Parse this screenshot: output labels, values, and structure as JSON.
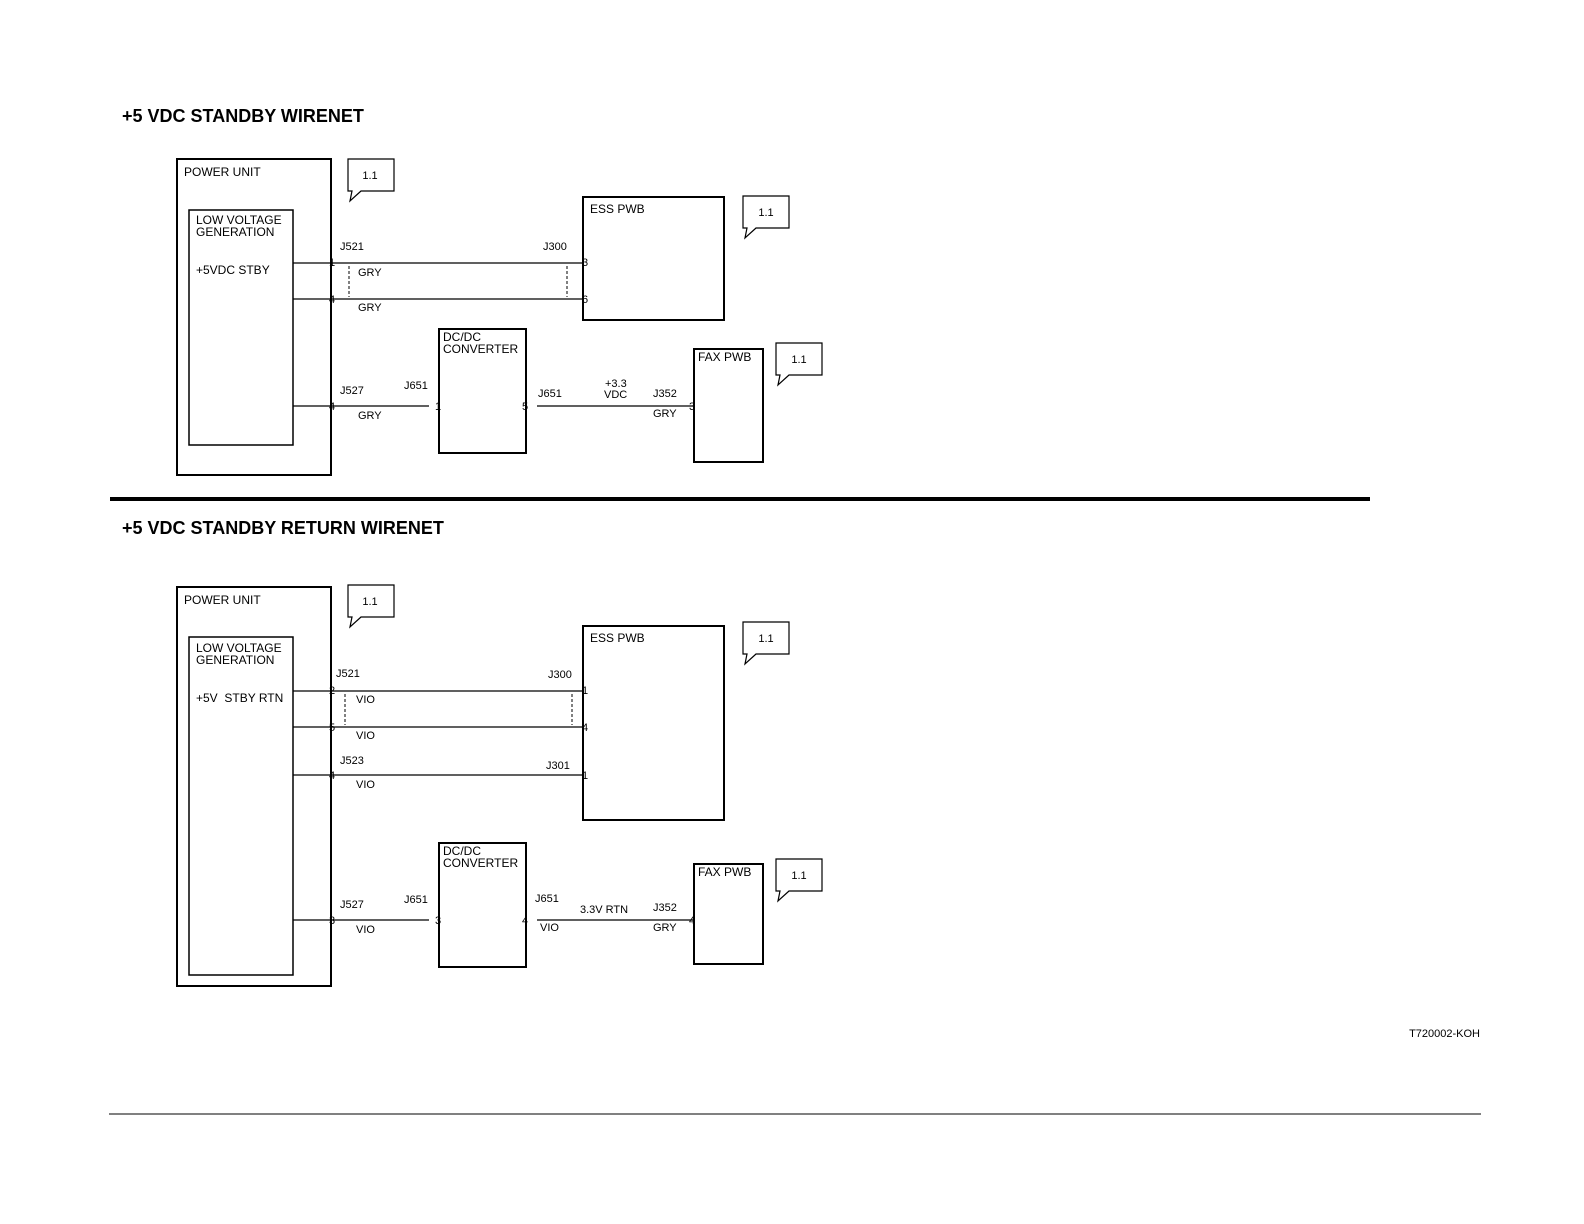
{
  "top": {
    "title": "+5 VDC STANDBY WIRENET",
    "power_unit": "POWER UNIT",
    "lvg_line1": "LOW VOLTAGE",
    "lvg_line2": "GENERATION",
    "signal": "+5VDC STBY",
    "ess": "ESS PWB",
    "dc_line1": "DC/DC",
    "dc_line2": "CONVERTER",
    "fax": "FAX PWB",
    "callouts": [
      "1.1",
      "1.1",
      "1.1"
    ],
    "conn": {
      "j521": "J521",
      "j300": "J300",
      "j527": "J527",
      "j651a": "J651",
      "j651b": "J651",
      "j352": "J352"
    },
    "pins": {
      "p1": "1",
      "p4a": "4",
      "p3": "3",
      "p6": "6",
      "p4b": "4",
      "dc_in": "1",
      "dc_out": "5",
      "fax": "3"
    },
    "wires": {
      "w1": "GRY",
      "w2": "GRY",
      "w3": "GRY",
      "w4": "GRY"
    },
    "voltage_line1": "+3.3",
    "voltage_line2": "VDC"
  },
  "bottom": {
    "title": "+5 VDC STANDBY RETURN WIRENET",
    "power_unit": "POWER UNIT",
    "lvg_line1": "LOW VOLTAGE",
    "lvg_line2": "GENERATION",
    "signal": "+5V  STBY RTN",
    "ess": "ESS PWB",
    "dc_line1": "DC/DC",
    "dc_line2": "CONVERTER",
    "fax": "FAX PWB",
    "callouts": [
      "1.1",
      "1.1",
      "1.1"
    ],
    "conn": {
      "j521": "J521",
      "j300": "J300",
      "j523": "J523",
      "j301": "J301",
      "j527": "J527",
      "j651a": "J651",
      "j651b": "J651",
      "j352": "J352"
    },
    "pins": {
      "p2": "2",
      "p5": "5",
      "p4a": "4",
      "p3a": "3",
      "ess1": "1",
      "ess4": "4",
      "ess1b": "1",
      "dc_in": "3",
      "dc_out": "4",
      "fax": "4"
    },
    "wires": {
      "w1": "VIO",
      "w2": "VIO",
      "w3": "VIO",
      "w4": "VIO",
      "w5": "VIO",
      "w6": "GRY"
    },
    "rtn_label": "3.3V RTN"
  },
  "figure_id": "T720002-KOH"
}
